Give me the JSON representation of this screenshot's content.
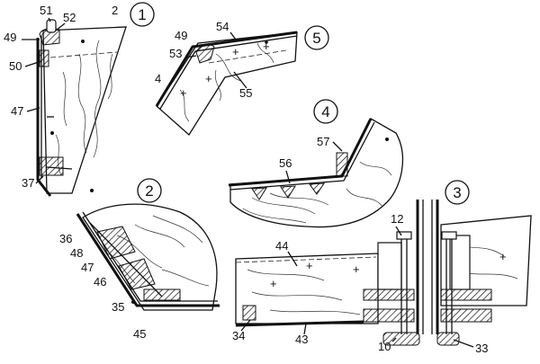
{
  "views": [
    {
      "id": "view-1",
      "number": "1"
    },
    {
      "id": "view-2",
      "number": "2"
    },
    {
      "id": "view-3",
      "number": "3"
    },
    {
      "id": "view-4",
      "number": "4"
    },
    {
      "id": "view-5",
      "number": "5"
    }
  ],
  "labels": {
    "l51": "51",
    "l52": "52",
    "l2": "2",
    "l49a": "49",
    "l50": "50",
    "l47a": "47",
    "l37": "37",
    "l49b": "49",
    "l54": "54",
    "l53": "53",
    "l4": "4",
    "l55": "55",
    "l57": "57",
    "l56": "56",
    "l36": "36",
    "l48": "48",
    "l47b": "47",
    "l46": "46",
    "l35": "35",
    "l45": "45",
    "l44": "44",
    "l34": "34",
    "l43": "43",
    "l12": "12",
    "l10": "10",
    "l33": "33"
  }
}
